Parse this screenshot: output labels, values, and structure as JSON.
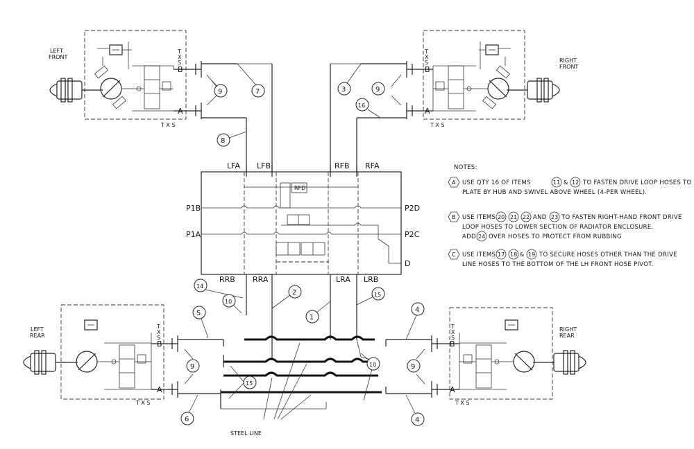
{
  "wheels": {
    "left_front": [
      "LEFT",
      "FRONT"
    ],
    "right_front": [
      "RIGHT",
      "FRONT"
    ],
    "left_rear": [
      "LEFT",
      "REAR"
    ],
    "right_rear": [
      "RIGHT",
      "REAR"
    ]
  },
  "ports": {
    "B": "B",
    "A": "A",
    "T": "T",
    "X": "X",
    "S": "S",
    "TXS": "T X S"
  },
  "manifold": {
    "top": [
      "LFA",
      "LFB",
      "RFB",
      "RFA"
    ],
    "left": [
      "P1B",
      "P1A"
    ],
    "right": [
      "P2D",
      "P2C",
      "D"
    ],
    "bottom": [
      "RRB",
      "RRA",
      "LRA",
      "LRB"
    ],
    "valve_label": "RFD"
  },
  "callouts": {
    "c1": "1",
    "c2": "2",
    "c3": "3",
    "c4": "4",
    "c5": "5",
    "c6": "6",
    "c7": "7",
    "c8": "8",
    "c9": "9",
    "c10": "10",
    "c14": "14",
    "c15": "15",
    "c16": "16"
  },
  "steel_line_label": "STEEL LINE",
  "notes": {
    "title": "NOTES:",
    "A": {
      "letter": "A",
      "line1_pre": "USE QTY 16 OF ITEMS",
      "i1": "11",
      "amp": "&",
      "i2": "12",
      "line1_post": "TO FASTEN DRIVE LOOP HOSES TO",
      "line2": "PLATE BY HUB AND SWIVEL ABOVE WHEEL (4-PER WHEEL)."
    },
    "B": {
      "letter": "B",
      "line1_pre": "USE ITEMS",
      "i1": "20",
      "i2": "21",
      "i3": "22",
      "and": "AND",
      "i4": "23",
      "line1_post": "TO FASTEN RIGHT-HAND FRONT DRIVE",
      "line2": "LOOP HOSES TO LOWER SECTION OF RADIATOR ENCLOSURE.",
      "line3_pre": "ADD",
      "i5": "24",
      "line3_post": "OVER HOSES TO PROTECT FROM RUBBING"
    },
    "C": {
      "letter": "C",
      "line1_pre": "USE ITEMS",
      "i1": "17",
      "i2": "18",
      "amp": "&",
      "i3": "19",
      "line1_post": "TO SECURE HOSES OTHER THAN THE DRIVE",
      "line2": "LINE HOSES TO THE BOTTOM OF THE LH FRONT HOSE PIVOT."
    }
  }
}
